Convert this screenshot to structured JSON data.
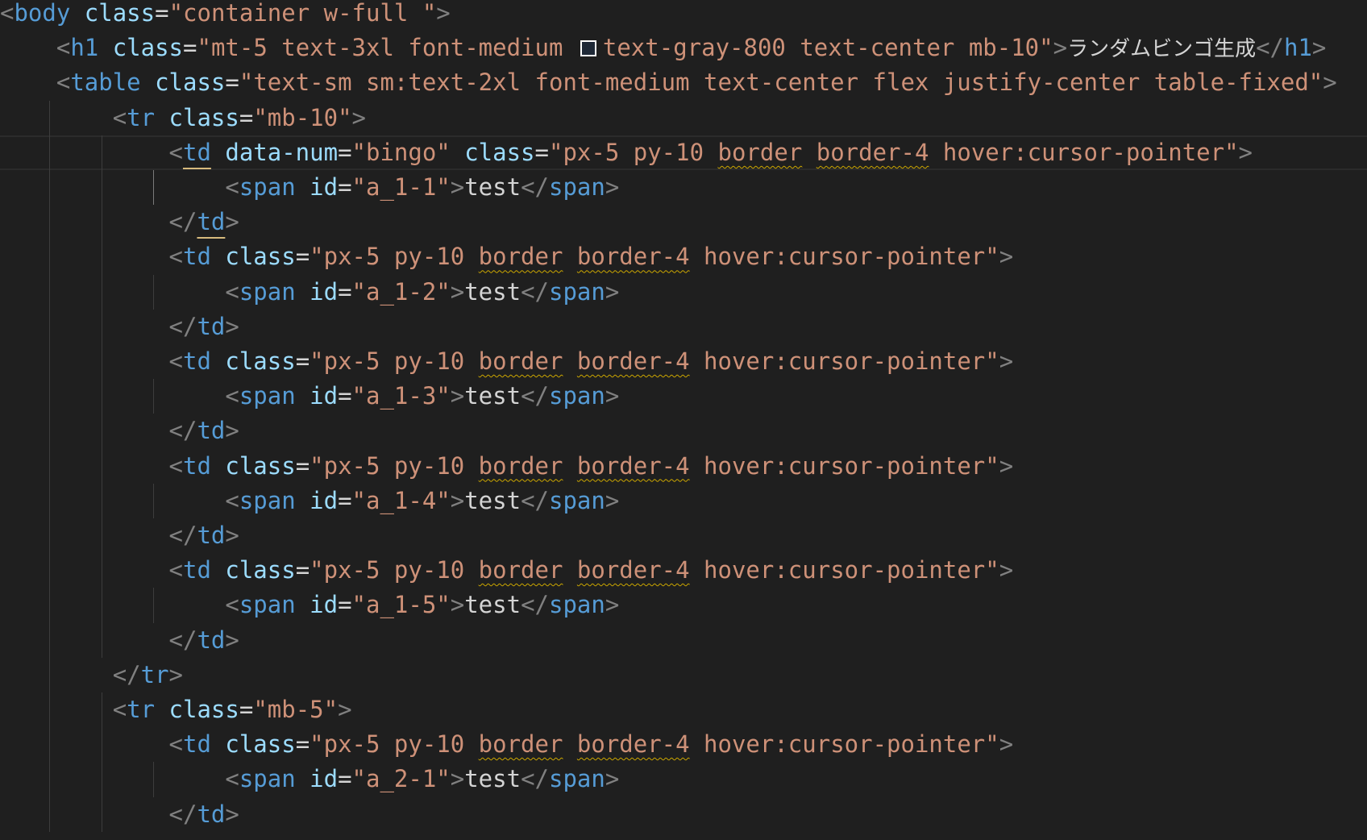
{
  "editor": {
    "lines": [
      {
        "indent": "",
        "tokens": [
          {
            "t": "bracket",
            "v": "<"
          },
          {
            "t": "tag",
            "v": "body"
          },
          {
            "t": "txt",
            "v": " "
          },
          {
            "t": "attr",
            "v": "class"
          },
          {
            "t": "eq",
            "v": "="
          },
          {
            "t": "str",
            "v": "\"container w-full \""
          },
          {
            "t": "bracket",
            "v": ">"
          }
        ]
      },
      {
        "indent": "    ",
        "tokens": [
          {
            "t": "bracket",
            "v": "<"
          },
          {
            "t": "tag",
            "v": "h1"
          },
          {
            "t": "txt",
            "v": " "
          },
          {
            "t": "attr",
            "v": "class"
          },
          {
            "t": "eq",
            "v": "="
          },
          {
            "t": "str",
            "v": "\"mt-5 text-3xl font-medium "
          },
          {
            "t": "swatch",
            "v": ""
          },
          {
            "t": "str",
            "v": "text-gray-800 text-center mb-10\""
          },
          {
            "t": "bracket",
            "v": ">"
          },
          {
            "t": "ja",
            "v": "ランダムビンゴ生成"
          },
          {
            "t": "bracket",
            "v": "</"
          },
          {
            "t": "tag",
            "v": "h1"
          },
          {
            "t": "bracket",
            "v": ">"
          }
        ]
      },
      {
        "indent": "    ",
        "tokens": [
          {
            "t": "bracket",
            "v": "<"
          },
          {
            "t": "tag",
            "v": "table"
          },
          {
            "t": "txt",
            "v": " "
          },
          {
            "t": "attr",
            "v": "class"
          },
          {
            "t": "eq",
            "v": "="
          },
          {
            "t": "str",
            "v": "\"text-sm sm:text-2xl font-medium text-center flex justify-center table-fixed\""
          },
          {
            "t": "bracket",
            "v": ">"
          }
        ]
      },
      {
        "indent": "        ",
        "tokens": [
          {
            "t": "bracket",
            "v": "<"
          },
          {
            "t": "tag",
            "v": "tr"
          },
          {
            "t": "txt",
            "v": " "
          },
          {
            "t": "attr",
            "v": "class"
          },
          {
            "t": "eq",
            "v": "="
          },
          {
            "t": "str",
            "v": "\"mb-10\""
          },
          {
            "t": "bracket",
            "v": ">"
          }
        ]
      },
      {
        "indent": "            ",
        "current": true,
        "tokens": [
          {
            "t": "bracket",
            "v": "<"
          },
          {
            "t": "tag-match",
            "v": "td"
          },
          {
            "t": "txt",
            "v": " "
          },
          {
            "t": "attr",
            "v": "data-num"
          },
          {
            "t": "eq",
            "v": "="
          },
          {
            "t": "str",
            "v": "\"bingo\""
          },
          {
            "t": "txt",
            "v": " "
          },
          {
            "t": "attr",
            "v": "class"
          },
          {
            "t": "eq",
            "v": "="
          },
          {
            "t": "str",
            "v": "\"px-5 py-10 "
          },
          {
            "t": "str-squig",
            "v": "border"
          },
          {
            "t": "str",
            "v": " "
          },
          {
            "t": "str-squig",
            "v": "border-4"
          },
          {
            "t": "str",
            "v": " hover:cursor-pointer\""
          },
          {
            "t": "bracket",
            "v": ">"
          }
        ]
      },
      {
        "indent": "                ",
        "tokens": [
          {
            "t": "bracket",
            "v": "<"
          },
          {
            "t": "tag",
            "v": "span"
          },
          {
            "t": "txt",
            "v": " "
          },
          {
            "t": "attr",
            "v": "id"
          },
          {
            "t": "eq",
            "v": "="
          },
          {
            "t": "str",
            "v": "\"a_1-1\""
          },
          {
            "t": "bracket",
            "v": ">"
          },
          {
            "t": "txt",
            "v": "test"
          },
          {
            "t": "bracket",
            "v": "</"
          },
          {
            "t": "tag",
            "v": "span"
          },
          {
            "t": "bracket",
            "v": ">"
          }
        ]
      },
      {
        "indent": "            ",
        "tokens": [
          {
            "t": "bracket",
            "v": "</"
          },
          {
            "t": "tag-match",
            "v": "td"
          },
          {
            "t": "bracket",
            "v": ">"
          }
        ]
      },
      {
        "indent": "            ",
        "tokens": [
          {
            "t": "bracket",
            "v": "<"
          },
          {
            "t": "tag",
            "v": "td"
          },
          {
            "t": "txt",
            "v": " "
          },
          {
            "t": "attr",
            "v": "class"
          },
          {
            "t": "eq",
            "v": "="
          },
          {
            "t": "str",
            "v": "\"px-5 py-10 "
          },
          {
            "t": "str-squig",
            "v": "border"
          },
          {
            "t": "str",
            "v": " "
          },
          {
            "t": "str-squig",
            "v": "border-4"
          },
          {
            "t": "str",
            "v": " hover:cursor-pointer\""
          },
          {
            "t": "bracket",
            "v": ">"
          }
        ]
      },
      {
        "indent": "                ",
        "tokens": [
          {
            "t": "bracket",
            "v": "<"
          },
          {
            "t": "tag",
            "v": "span"
          },
          {
            "t": "txt",
            "v": " "
          },
          {
            "t": "attr",
            "v": "id"
          },
          {
            "t": "eq",
            "v": "="
          },
          {
            "t": "str",
            "v": "\"a_1-2\""
          },
          {
            "t": "bracket",
            "v": ">"
          },
          {
            "t": "txt",
            "v": "test"
          },
          {
            "t": "bracket",
            "v": "</"
          },
          {
            "t": "tag",
            "v": "span"
          },
          {
            "t": "bracket",
            "v": ">"
          }
        ]
      },
      {
        "indent": "            ",
        "tokens": [
          {
            "t": "bracket",
            "v": "</"
          },
          {
            "t": "tag",
            "v": "td"
          },
          {
            "t": "bracket",
            "v": ">"
          }
        ]
      },
      {
        "indent": "            ",
        "tokens": [
          {
            "t": "bracket",
            "v": "<"
          },
          {
            "t": "tag",
            "v": "td"
          },
          {
            "t": "txt",
            "v": " "
          },
          {
            "t": "attr",
            "v": "class"
          },
          {
            "t": "eq",
            "v": "="
          },
          {
            "t": "str",
            "v": "\"px-5 py-10 "
          },
          {
            "t": "str-squig",
            "v": "border"
          },
          {
            "t": "str",
            "v": " "
          },
          {
            "t": "str-squig",
            "v": "border-4"
          },
          {
            "t": "str",
            "v": " hover:cursor-pointer\""
          },
          {
            "t": "bracket",
            "v": ">"
          }
        ]
      },
      {
        "indent": "                ",
        "tokens": [
          {
            "t": "bracket",
            "v": "<"
          },
          {
            "t": "tag",
            "v": "span"
          },
          {
            "t": "txt",
            "v": " "
          },
          {
            "t": "attr",
            "v": "id"
          },
          {
            "t": "eq",
            "v": "="
          },
          {
            "t": "str",
            "v": "\"a_1-3\""
          },
          {
            "t": "bracket",
            "v": ">"
          },
          {
            "t": "txt",
            "v": "test"
          },
          {
            "t": "bracket",
            "v": "</"
          },
          {
            "t": "tag",
            "v": "span"
          },
          {
            "t": "bracket",
            "v": ">"
          }
        ]
      },
      {
        "indent": "            ",
        "tokens": [
          {
            "t": "bracket",
            "v": "</"
          },
          {
            "t": "tag",
            "v": "td"
          },
          {
            "t": "bracket",
            "v": ">"
          }
        ]
      },
      {
        "indent": "            ",
        "tokens": [
          {
            "t": "bracket",
            "v": "<"
          },
          {
            "t": "tag",
            "v": "td"
          },
          {
            "t": "txt",
            "v": " "
          },
          {
            "t": "attr",
            "v": "class"
          },
          {
            "t": "eq",
            "v": "="
          },
          {
            "t": "str",
            "v": "\"px-5 py-10 "
          },
          {
            "t": "str-squig",
            "v": "border"
          },
          {
            "t": "str",
            "v": " "
          },
          {
            "t": "str-squig",
            "v": "border-4"
          },
          {
            "t": "str",
            "v": " hover:cursor-pointer\""
          },
          {
            "t": "bracket",
            "v": ">"
          }
        ]
      },
      {
        "indent": "                ",
        "tokens": [
          {
            "t": "bracket",
            "v": "<"
          },
          {
            "t": "tag",
            "v": "span"
          },
          {
            "t": "txt",
            "v": " "
          },
          {
            "t": "attr",
            "v": "id"
          },
          {
            "t": "eq",
            "v": "="
          },
          {
            "t": "str",
            "v": "\"a_1-4\""
          },
          {
            "t": "bracket",
            "v": ">"
          },
          {
            "t": "txt",
            "v": "test"
          },
          {
            "t": "bracket",
            "v": "</"
          },
          {
            "t": "tag",
            "v": "span"
          },
          {
            "t": "bracket",
            "v": ">"
          }
        ]
      },
      {
        "indent": "            ",
        "tokens": [
          {
            "t": "bracket",
            "v": "</"
          },
          {
            "t": "tag",
            "v": "td"
          },
          {
            "t": "bracket",
            "v": ">"
          }
        ]
      },
      {
        "indent": "            ",
        "tokens": [
          {
            "t": "bracket",
            "v": "<"
          },
          {
            "t": "tag",
            "v": "td"
          },
          {
            "t": "txt",
            "v": " "
          },
          {
            "t": "attr",
            "v": "class"
          },
          {
            "t": "eq",
            "v": "="
          },
          {
            "t": "str",
            "v": "\"px-5 py-10 "
          },
          {
            "t": "str-squig",
            "v": "border"
          },
          {
            "t": "str",
            "v": " "
          },
          {
            "t": "str-squig",
            "v": "border-4"
          },
          {
            "t": "str",
            "v": " hover:cursor-pointer\""
          },
          {
            "t": "bracket",
            "v": ">"
          }
        ]
      },
      {
        "indent": "                ",
        "tokens": [
          {
            "t": "bracket",
            "v": "<"
          },
          {
            "t": "tag",
            "v": "span"
          },
          {
            "t": "txt",
            "v": " "
          },
          {
            "t": "attr",
            "v": "id"
          },
          {
            "t": "eq",
            "v": "="
          },
          {
            "t": "str",
            "v": "\"a_1-5\""
          },
          {
            "t": "bracket",
            "v": ">"
          },
          {
            "t": "txt",
            "v": "test"
          },
          {
            "t": "bracket",
            "v": "</"
          },
          {
            "t": "tag",
            "v": "span"
          },
          {
            "t": "bracket",
            "v": ">"
          }
        ]
      },
      {
        "indent": "            ",
        "tokens": [
          {
            "t": "bracket",
            "v": "</"
          },
          {
            "t": "tag",
            "v": "td"
          },
          {
            "t": "bracket",
            "v": ">"
          }
        ]
      },
      {
        "indent": "        ",
        "tokens": [
          {
            "t": "bracket",
            "v": "</"
          },
          {
            "t": "tag",
            "v": "tr"
          },
          {
            "t": "bracket",
            "v": ">"
          }
        ]
      },
      {
        "indent": "        ",
        "tokens": [
          {
            "t": "bracket",
            "v": "<"
          },
          {
            "t": "tag",
            "v": "tr"
          },
          {
            "t": "txt",
            "v": " "
          },
          {
            "t": "attr",
            "v": "class"
          },
          {
            "t": "eq",
            "v": "="
          },
          {
            "t": "str",
            "v": "\"mb-5\""
          },
          {
            "t": "bracket",
            "v": ">"
          }
        ]
      },
      {
        "indent": "            ",
        "tokens": [
          {
            "t": "bracket",
            "v": "<"
          },
          {
            "t": "tag",
            "v": "td"
          },
          {
            "t": "txt",
            "v": " "
          },
          {
            "t": "attr",
            "v": "class"
          },
          {
            "t": "eq",
            "v": "="
          },
          {
            "t": "str",
            "v": "\"px-5 py-10 "
          },
          {
            "t": "str-squig",
            "v": "border"
          },
          {
            "t": "str",
            "v": " "
          },
          {
            "t": "str-squig",
            "v": "border-4"
          },
          {
            "t": "str",
            "v": " hover:cursor-pointer\""
          },
          {
            "t": "bracket",
            "v": ">"
          }
        ]
      },
      {
        "indent": "                ",
        "tokens": [
          {
            "t": "bracket",
            "v": "<"
          },
          {
            "t": "tag",
            "v": "span"
          },
          {
            "t": "txt",
            "v": " "
          },
          {
            "t": "attr",
            "v": "id"
          },
          {
            "t": "eq",
            "v": "="
          },
          {
            "t": "str",
            "v": "\"a_2-1\""
          },
          {
            "t": "bracket",
            "v": ">"
          },
          {
            "t": "txt",
            "v": "test"
          },
          {
            "t": "bracket",
            "v": "</"
          },
          {
            "t": "tag",
            "v": "span"
          },
          {
            "t": "bracket",
            "v": ">"
          }
        ]
      },
      {
        "indent": "            ",
        "tokens": [
          {
            "t": "bracket",
            "v": "</"
          },
          {
            "t": "tag",
            "v": "td"
          },
          {
            "t": "bracket",
            "v": ">"
          }
        ]
      }
    ]
  },
  "colors": {
    "background": "#1f1f1f",
    "tag": "#569cd6",
    "attribute": "#9cdcfe",
    "string": "#ce9178",
    "bracket": "#808080",
    "text": "#d4d4d4",
    "warning_squiggle": "#cca700",
    "swatch": "#1f2937"
  }
}
